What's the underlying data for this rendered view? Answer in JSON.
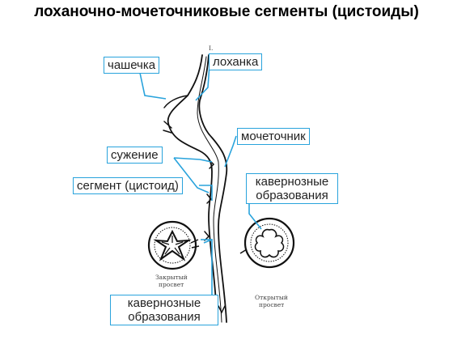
{
  "title": "лоханочно-мочеточниковые сегменты (цистоиды)",
  "labels": {
    "cup": "чашечка",
    "pelvis": "лоханка",
    "ureter": "мочеточник",
    "narrowing": "сужение",
    "segment": "сегмент (цистоид)",
    "cavernous_right_1": "кавернозные",
    "cavernous_right_2": "образования",
    "cavernous_bottom_1": "кавернозные",
    "cavernous_bottom_2": "образования"
  },
  "scan_text": {
    "roman": "I.",
    "closed_1": "Закрытый",
    "closed_2": "просвет",
    "open_1": "Открытый",
    "open_2": "просвет"
  },
  "colors": {
    "label_border": "#29a3dc",
    "callout_line": "#29a3dc",
    "ink": "#111111"
  }
}
